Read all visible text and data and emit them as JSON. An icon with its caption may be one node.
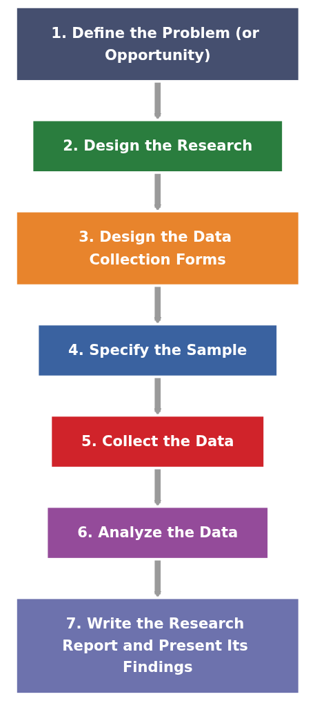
{
  "diagram": {
    "nodes": [
      {
        "text": [
          "1. Define the Problem (or Opportunity)"
        ]
      },
      {
        "text": [
          "2. Design the Research"
        ]
      },
      {
        "text": [
          "3. Design the Data Collection Forms"
        ]
      },
      {
        "text": [
          "4. Specify the Sample"
        ]
      },
      {
        "text": [
          "5. Collect the Data"
        ]
      },
      {
        "text": [
          "6. Analyze the Data"
        ]
      },
      {
        "text": [
          "7. Write the Research Report and Present Its Findings"
        ]
      }
    ],
    "edges": [
      {
        "from": 0,
        "to": 1,
        "arrow": "to"
      },
      {
        "from": 1,
        "to": 2,
        "arrow": "to"
      },
      {
        "from": 2,
        "to": 3,
        "arrow": "to"
      },
      {
        "from": 3,
        "to": 4,
        "arrow": "to"
      },
      {
        "from": 4,
        "to": 5,
        "arrow": "to"
      },
      {
        "from": 5,
        "to": 6,
        "arrow": "to"
      }
    ]
  }
}
